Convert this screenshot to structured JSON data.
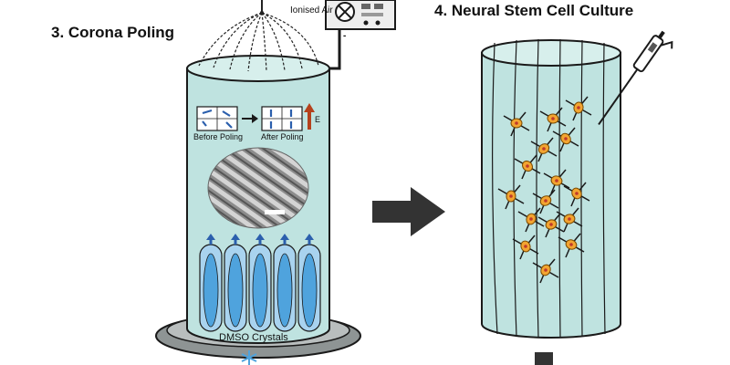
{
  "section_left": {
    "title": "3. Corona Poling",
    "ionised_air_label": "Ionised Air",
    "minus_label": "-",
    "before_label": "Before Poling",
    "after_label": "After Poling",
    "field_label": "E",
    "crystals_label": "DMSO Crystals"
  },
  "section_right": {
    "title": "4. Neural Stem Cell Culture"
  },
  "colors": {
    "cylinder_fill": "#bfe3e0",
    "cylinder_stroke": "#1a1a1a",
    "channel_blue": "#4fa3dd",
    "arrow_blue": "#2b5fad",
    "cell_orange": "#f2a531",
    "field_arrow_red": "#b5411c",
    "big_arrow": "#333333"
  },
  "icons": [
    "power-supply-icon",
    "needle-electrode-icon",
    "pipette-icon",
    "snowflake-icon",
    "right-arrow-icon",
    "down-arrow-icon"
  ]
}
